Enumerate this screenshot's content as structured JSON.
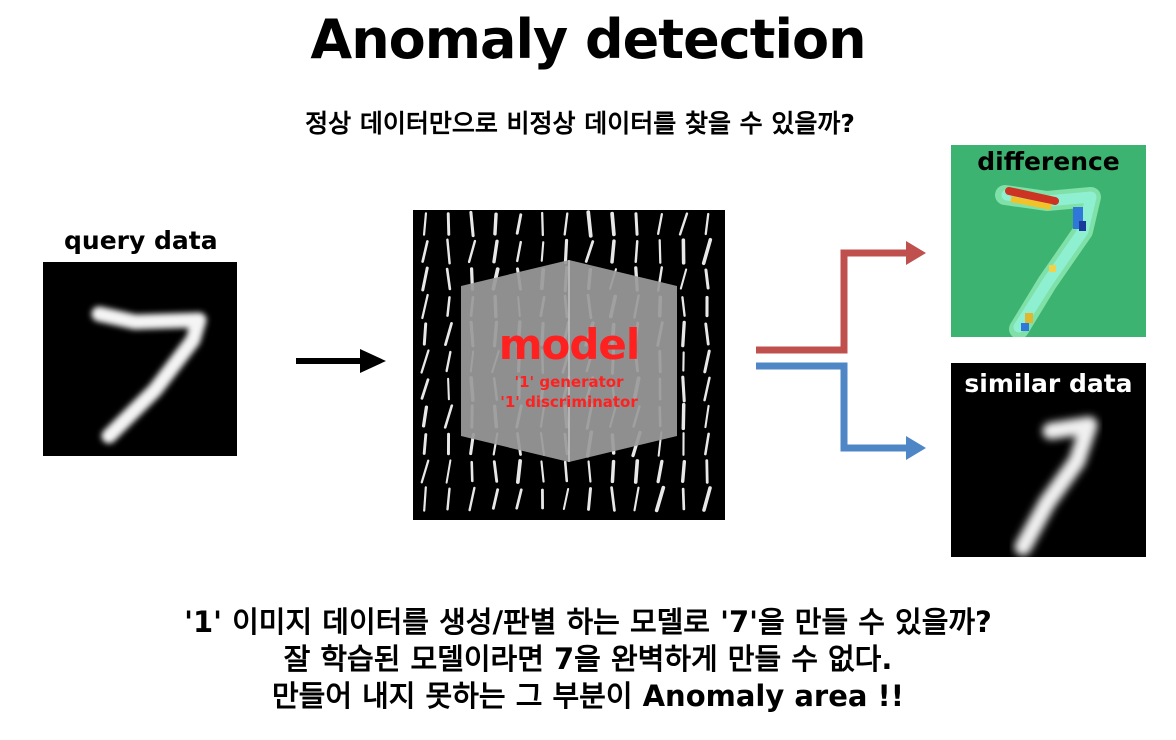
{
  "title": "Anomaly detection",
  "subtitle": "정상 데이터만으로 비정상 데이터를 찾을 수 있을까?",
  "query": {
    "label": "query data"
  },
  "model": {
    "title": "model",
    "lines": [
      "'1' generator",
      "'1' discriminator"
    ]
  },
  "difference": {
    "label": "difference"
  },
  "similar": {
    "label": "similar data"
  },
  "footer": {
    "lines": [
      "'1' 이미지 데이터를 생성/판별 하는 모델로 '7'을 만들 수 있을까?",
      "잘 학습된 모델이라면 7을 완벽하게 만들 수 없다.",
      "만들어 내지 못하는 그 부분이 Anomaly area !!"
    ]
  },
  "colors": {
    "difference_arrow": "#c0504d",
    "similar_arrow": "#4f86c6",
    "model_text": "#ff2020",
    "difference_bg": "#3cb371"
  }
}
